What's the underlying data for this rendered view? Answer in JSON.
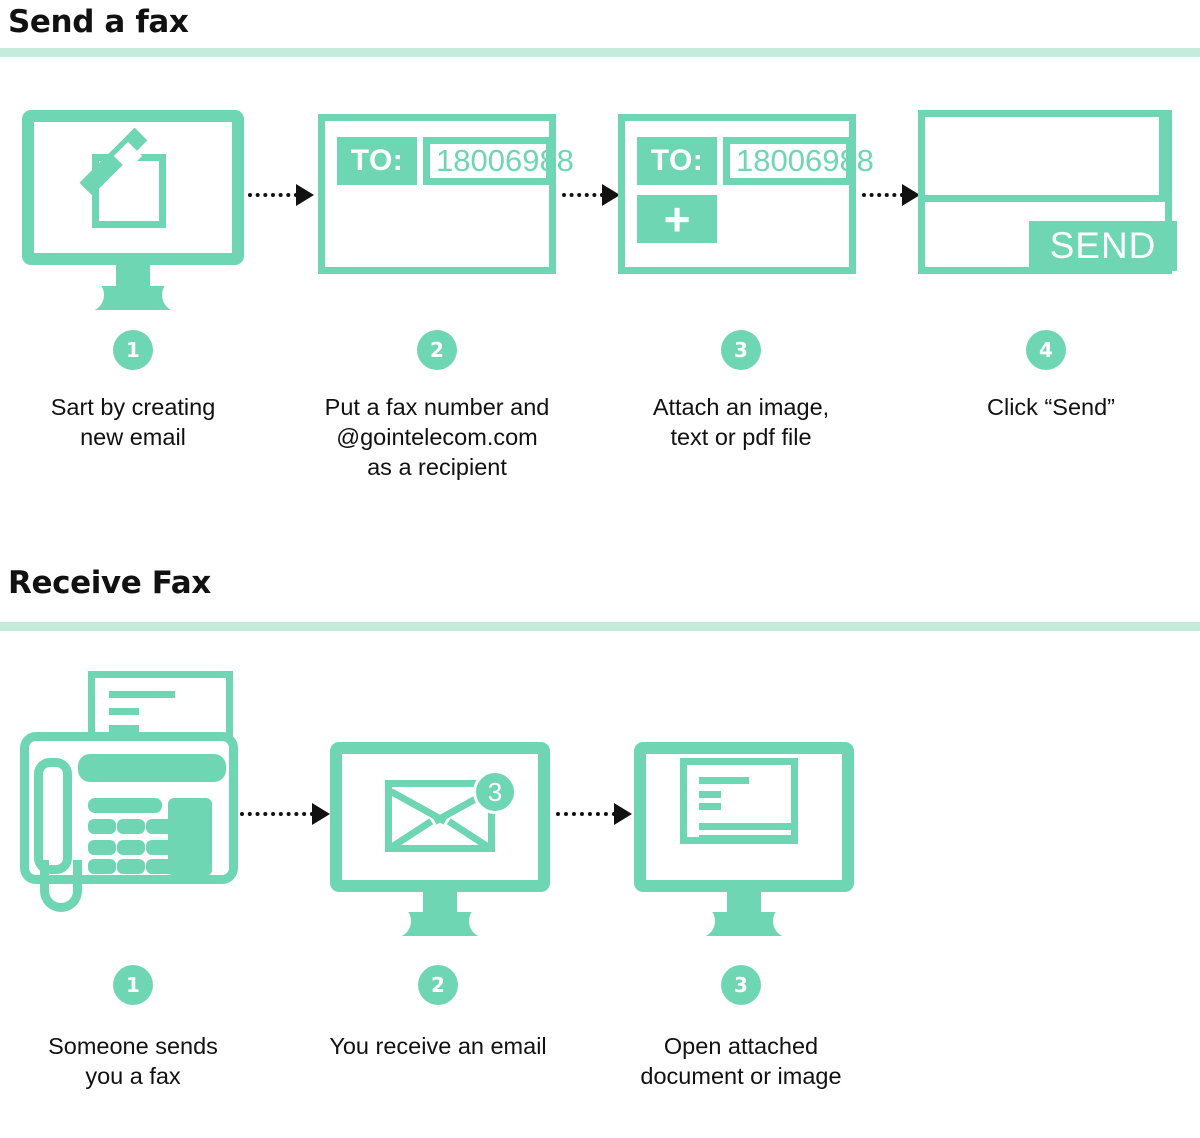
{
  "page": {
    "accent_color": "#6FD6B4",
    "rule_color": "#C5EBDB",
    "text_color": "#111111",
    "background": "#ffffff"
  },
  "sections": [
    {
      "id": "send-a-fax",
      "title": "Send a fax",
      "steps": [
        {
          "number": "1",
          "caption": "Sart by creating\nnew email",
          "icon": "monitor-compose-icon"
        },
        {
          "number": "2",
          "caption": "Put a fax number and\n@gointelecom.com\nas a recipient",
          "icon": "email-window-recipient-icon"
        },
        {
          "number": "3",
          "caption": "Attach  an image,\ntext or pdf file",
          "icon": "email-window-attach-icon"
        },
        {
          "number": "4",
          "caption": "Click “Send”",
          "icon": "email-window-send-icon"
        }
      ]
    },
    {
      "id": "receive-fax",
      "title": "Receive Fax",
      "steps": [
        {
          "number": "1",
          "caption": "Someone sends\nyou a fax",
          "icon": "fax-machine-icon"
        },
        {
          "number": "2",
          "caption": "You receive an email",
          "icon": "monitor-envelope-icon"
        },
        {
          "number": "3",
          "caption": "Open attached\ndocument or image",
          "icon": "monitor-document-icon"
        }
      ]
    }
  ],
  "email_window": {
    "to_label": "TO:",
    "fax_number": "18006988",
    "attach_label": "+",
    "send_label": "SEND"
  },
  "notification": {
    "unread_count": "3"
  }
}
